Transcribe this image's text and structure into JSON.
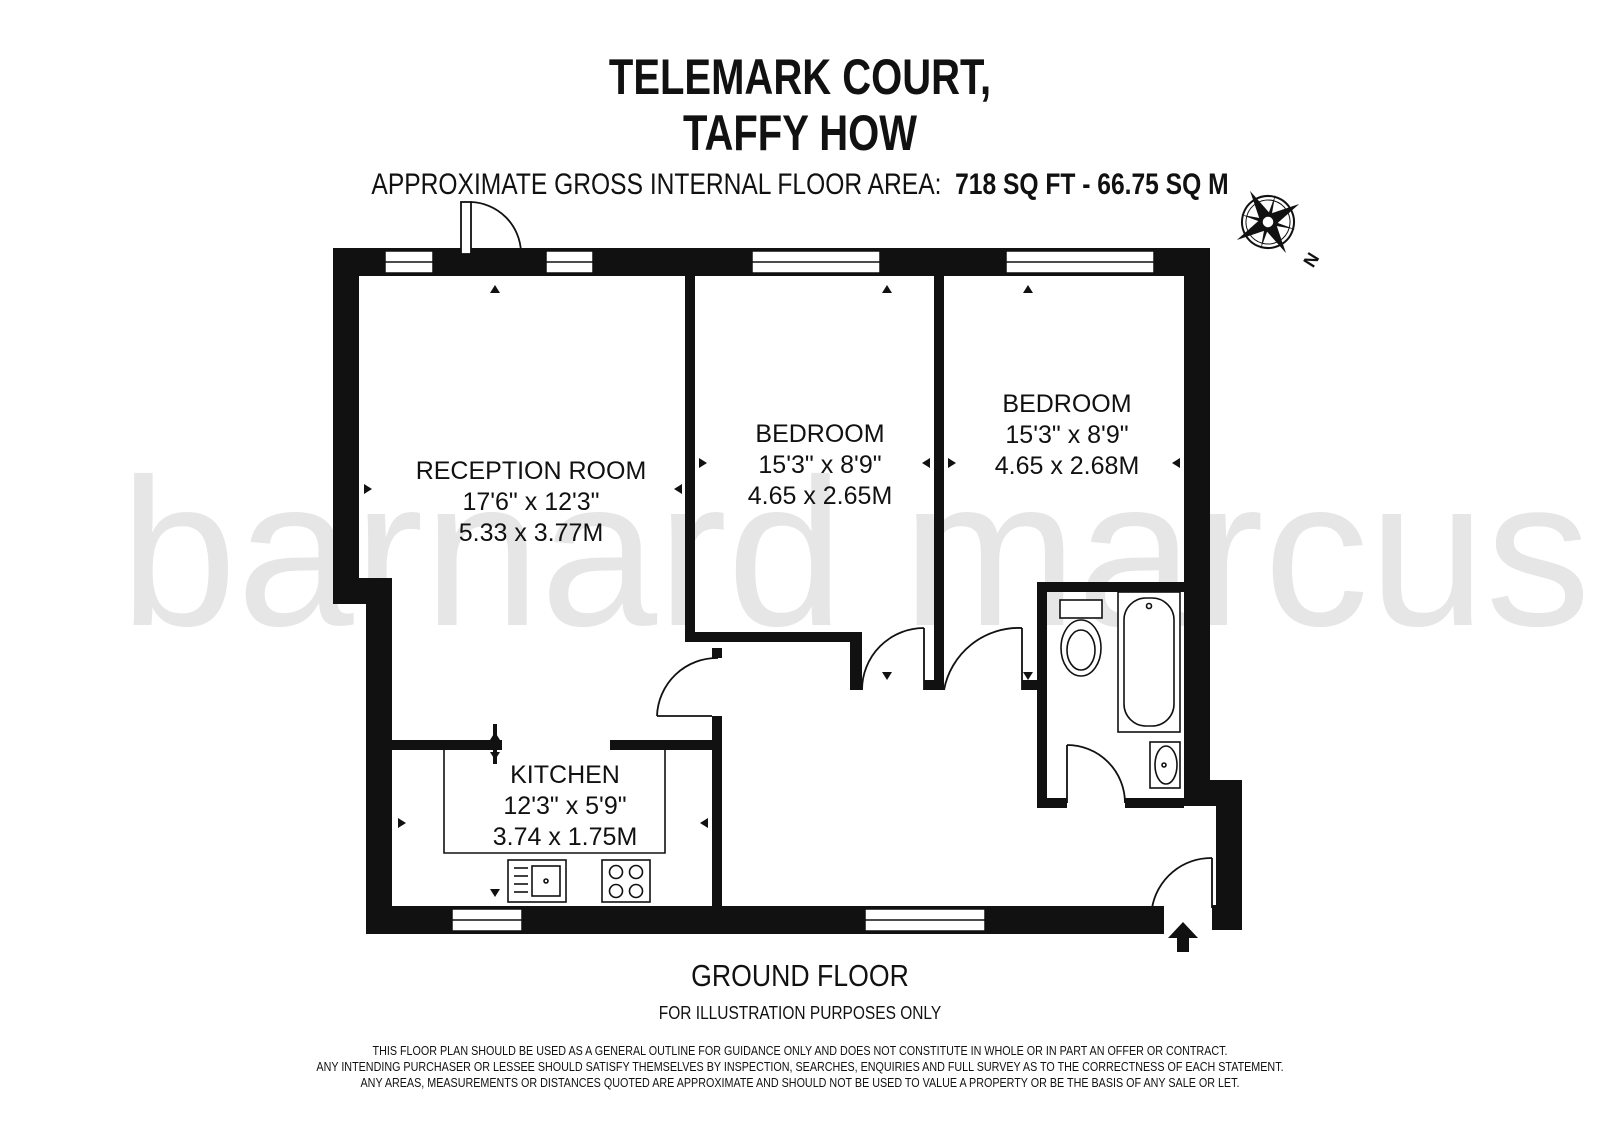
{
  "header": {
    "title_line1": "TELEMARK COURT,",
    "title_line2": "TAFFY HOW",
    "area_prefix": "APPROXIMATE GROSS INTERNAL FLOOR AREA:",
    "area_value": "718 SQ FT  -  66.75 SQ M"
  },
  "watermark": "barnard marcus",
  "compass": {
    "icon": "compass-rose-icon",
    "label": "N"
  },
  "rooms": {
    "reception": {
      "name": "RECEPTION ROOM",
      "imperial": "17'6\" x 12'3\"",
      "metric": "5.33 x 3.77M"
    },
    "bedroom1": {
      "name": "BEDROOM",
      "imperial": "15'3\" x 8'9\"",
      "metric": "4.65 x 2.65M"
    },
    "bedroom2": {
      "name": "BEDROOM",
      "imperial": "15'3\" x 8'9\"",
      "metric": "4.65 x 2.68M"
    },
    "kitchen": {
      "name": "KITCHEN",
      "imperial": "12'3\" x 5'9\"",
      "metric": "3.74 x 1.75M"
    }
  },
  "footer": {
    "floor_label": "GROUND FLOOR",
    "illustration_note": "FOR ILLUSTRATION PURPOSES ONLY",
    "disclaimer": [
      "THIS FLOOR PLAN SHOULD BE USED AS A GENERAL OUTLINE FOR GUIDANCE ONLY AND DOES NOT CONSTITUTE IN WHOLE OR IN PART AN OFFER OR CONTRACT.",
      "ANY INTENDING PURCHASER OR LESSEE SHOULD SATISFY THEMSELVES BY INSPECTION, SEARCHES, ENQUIRIES AND FULL SURVEY AS TO THE CORRECTNESS OF EACH STATEMENT.",
      "ANY AREAS, MEASUREMENTS OR DISTANCES QUOTED ARE APPROXIMATE AND SHOULD NOT BE USED TO VALUE A PROPERTY OR BE THE BASIS OF ANY SALE OR LET."
    ]
  },
  "colors": {
    "wall": "#111111",
    "watermark": "#e6e6e6",
    "background": "#ffffff"
  }
}
